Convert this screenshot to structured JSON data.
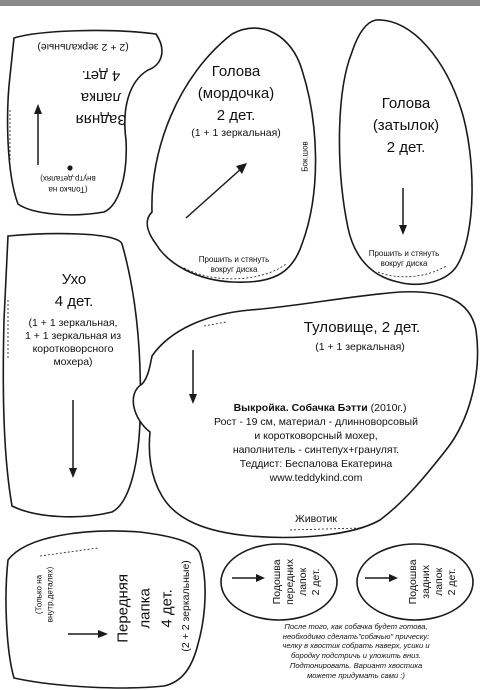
{
  "colors": {
    "paper": "#ffffff",
    "outline": "#1a1a1a",
    "background": "#8a8a8a"
  },
  "hind_paw": {
    "title_line1": "Задняя",
    "title_line2": "лапка",
    "count": "4 дет.",
    "mirror": "(2 + 2 зеркальные)",
    "inside_line1": "(Только на",
    "inside_line2": "внутр.деталях)"
  },
  "head_muzzle": {
    "title_line1": "Голова",
    "title_line2": "(мордочка)",
    "count": "2 дет.",
    "mirror": "(1 + 1 зеркальная)",
    "side_seam": "Бок.шов",
    "sew_line1": "Прошить и стянуть",
    "sew_line2": "вокруг диска"
  },
  "head_back": {
    "title_line1": "Голова",
    "title_line2": "(затылок)",
    "count": "2 дет.",
    "sew_line1": "Прошить и стянуть",
    "sew_line2": "вокруг диска"
  },
  "ear": {
    "title_line1": "Ухо",
    "count": "4 дет.",
    "line3": "(1 + 1 зеркальная,",
    "line4": "1 + 1 зеркальная из",
    "line5": "коротковорсного",
    "line6": "мохера)"
  },
  "torso": {
    "title": "Туловище, 2 дет.",
    "mirror": "(1 + 1 зеркальная)",
    "pattern_title": "Выкройка. Собачка Бэтти",
    "year": " (2010г.)",
    "desc1": "Рост - 19 см, материал - длинноворсовый",
    "desc2": "и коротковорсный мохер,",
    "desc3": "наполнитель - синтепух+гранулят.",
    "author": "Теддист: Беспалова Екатерина",
    "site": "www.teddykind.com",
    "belly": "Животик"
  },
  "front_paw": {
    "title_line1": "Передняя",
    "title_line2": "лапка",
    "count": "4 дет.",
    "mirror": "(2 + 2 зеркальные)",
    "inside_line1": "(Только на",
    "inside_line2": "внутр.деталях)"
  },
  "front_sole": {
    "line1": "Подошва",
    "line2": "передних",
    "line3": "лапок",
    "line4": "2 дет."
  },
  "hind_sole": {
    "line1": "Подошва",
    "line2": "задних",
    "line3": "лапок",
    "line4": "2 дет."
  },
  "note": {
    "l1": "После того, как собачка будет готова,",
    "l2": "необходимо сделать\"собачью\" прическу:",
    "l3": "челку в хвостик собрать наверх, усики и",
    "l4": "бородку подстричь и уложить вниз.",
    "l5": "Подтонировать. Вариант хвостика",
    "l6": "можете придумать сами :)"
  }
}
